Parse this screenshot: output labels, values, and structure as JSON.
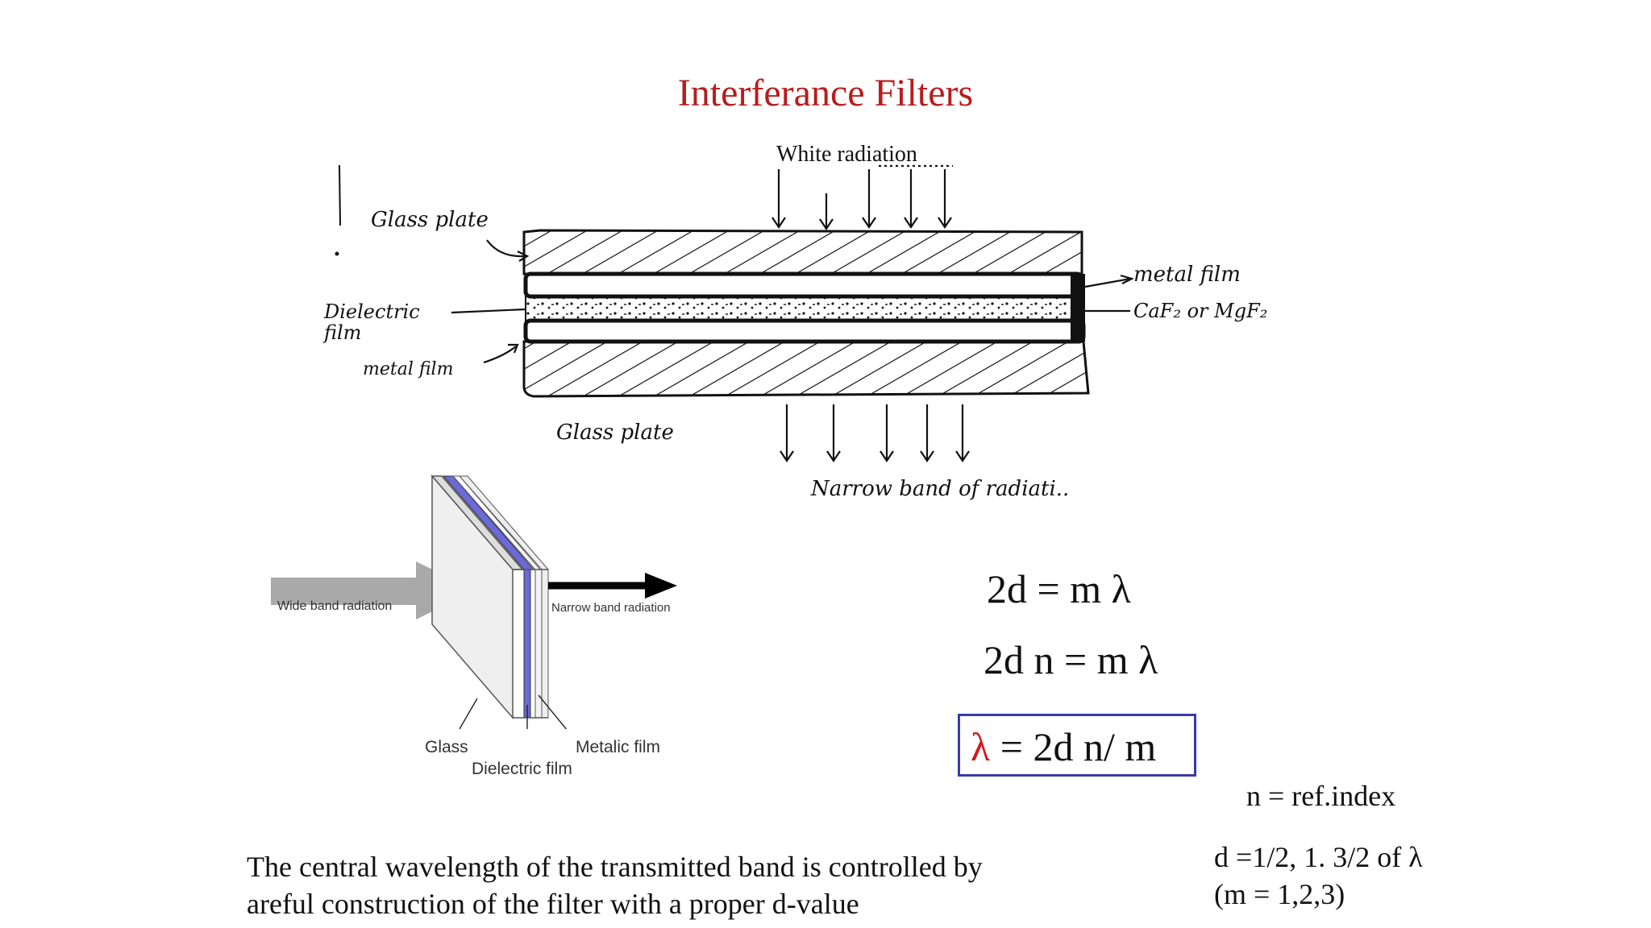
{
  "slide": {
    "title": "Interferance Filters"
  },
  "sketch": {
    "top_label": "White radiation",
    "glass_plate_top": "Glass plate",
    "dielectric_film": "Dielectric film",
    "metal_film_left": "metal film",
    "metal_film_right": "metal film",
    "coating": "CaF₂ or MgF₂",
    "glass_plate_bottom": "Glass plate",
    "bottom_label": "Narrow band of radiati.."
  },
  "figure": {
    "input_label": "Wide band radiation",
    "output_label": "Narrow band radiation",
    "glass_label": "Glass",
    "dielectric_label": "Dielectric film",
    "metallic_label": "Metalic film"
  },
  "equations": {
    "eq1": "2d = m λ",
    "eq2": "2d n = m λ",
    "eq3_lambda": "λ",
    "eq3_rest": " = 2d n/ m",
    "n_def": "n = ref.index",
    "d_def": "d =1/2, 1. 3/2 of λ",
    "m_def": "(m = 1,2,3)"
  },
  "description": {
    "line1": "The central wavelength of the transmitted band is controlled by",
    "line2": "areful construction of the filter with a proper d-value"
  },
  "colors": {
    "title": "#b81c1c",
    "lambda_highlight": "#d21a1a",
    "box_border": "#3a3aaa",
    "film_blue": "#6a6ad8"
  }
}
